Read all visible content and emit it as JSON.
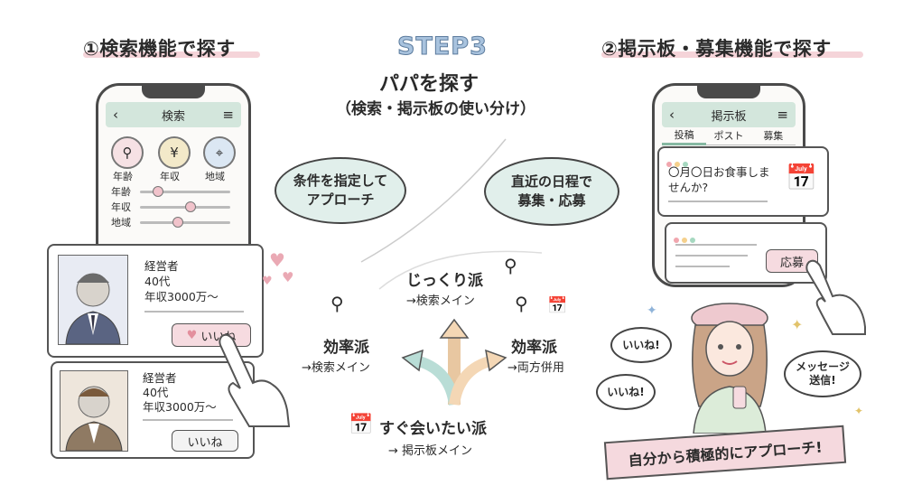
{
  "step": {
    "label": "STEP3",
    "title": "パパを探す",
    "subtitle": "（検索・掲示板の使い分け）"
  },
  "left": {
    "heading": "①検索機能で探す",
    "screen_title": "検索",
    "icons": [
      {
        "icon": "search-icon",
        "label": "年齢"
      },
      {
        "icon": "money-icon",
        "label": "年収"
      },
      {
        "icon": "location-pin-icon",
        "label": "地域"
      }
    ],
    "sliders": [
      "年齢",
      "年収",
      "地域"
    ],
    "bubble": "条件を指定して\nアプローチ",
    "profiles": [
      {
        "title": "経営者",
        "age": "40代",
        "income": "年収3000万～",
        "button": "いいね"
      },
      {
        "title": "経営者",
        "age": "40代",
        "income": "年収3000万～",
        "button": "いいね"
      }
    ]
  },
  "right": {
    "heading": "②掲示板・募集機能で探す",
    "screen_title": "掲示板",
    "tabs": [
      "投稿",
      "ポスト",
      "募集"
    ],
    "post_text": "〇月〇日お食事しま\nせんか?",
    "apply_button": "応募",
    "bubble": "直近の日程で\n募集・応募",
    "speech": [
      "いいね!",
      "いいね!",
      "メッセージ\n送信!"
    ],
    "ribbon": "自分から積極的にアプローチ!"
  },
  "center": {
    "top": {
      "label": "じっくり派",
      "sub": "→検索メイン"
    },
    "left": {
      "label": "効率派",
      "sub": "→検索メイン"
    },
    "right": {
      "label": "効率派",
      "sub": "→両方併用"
    },
    "bottom": {
      "label": "すぐ会いたい派",
      "sub": "→ 掲示板メイン"
    }
  },
  "colors": {
    "mint": "#d3e6dc",
    "pink": "#f2c9cf",
    "arrow_peach": "#f4d7b5",
    "arrow_mint": "#b9ddd6"
  }
}
